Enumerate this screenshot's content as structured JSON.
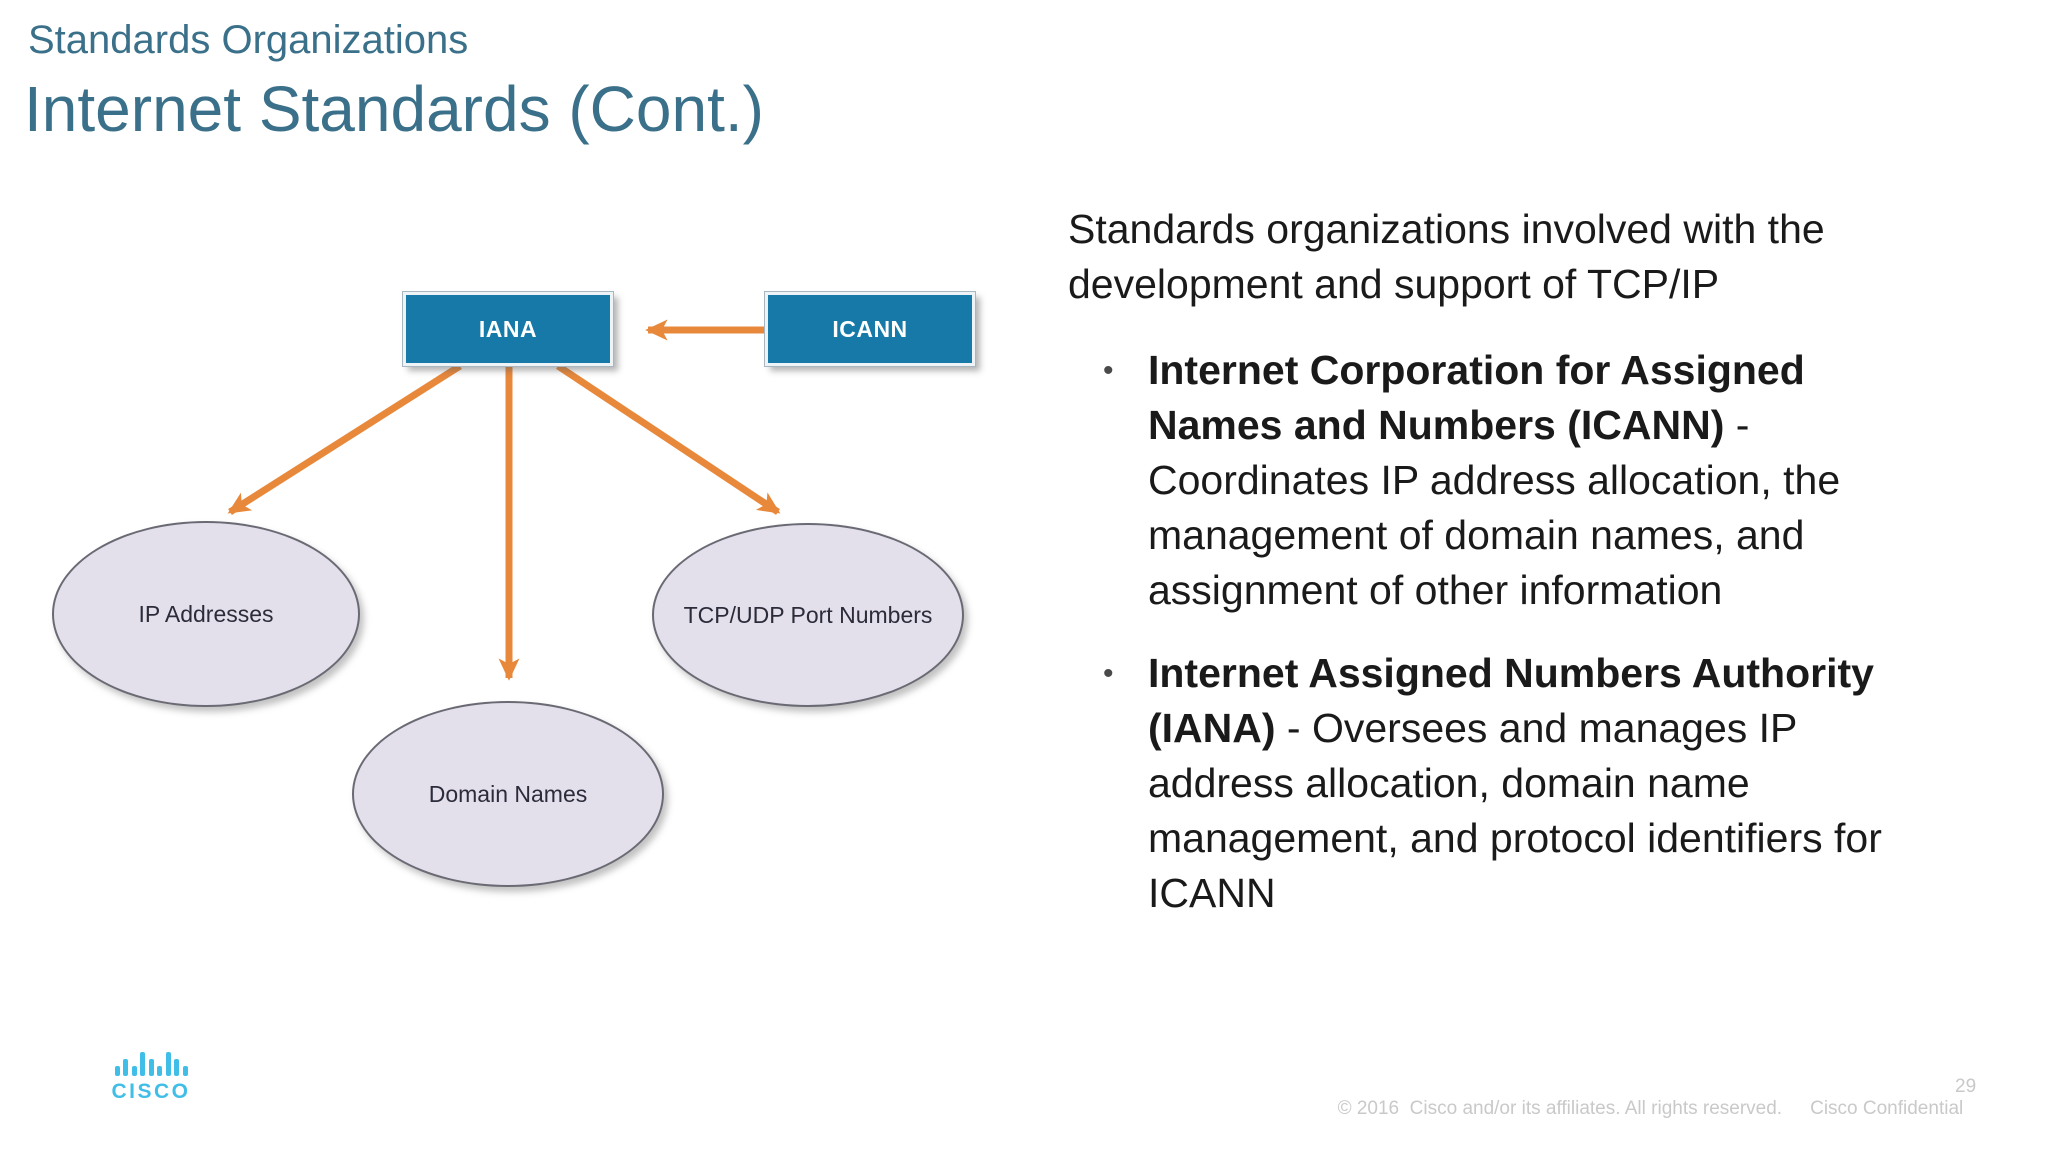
{
  "slide": {
    "kicker": "Standards Organizations",
    "title": "Internet Standards (Cont.)"
  },
  "diagram": {
    "iana_label": "IANA",
    "icann_label": "ICANN",
    "ellipse_ip": "IP Addresses",
    "ellipse_domain": "Domain Names",
    "ellipse_ports": "TCP/UDP Port Numbers"
  },
  "main": {
    "bullet_glyph": "•",
    "intro_lines": [
      "Standards organizations involved with the",
      "development and support of TCP/IP"
    ],
    "bullets": [
      {
        "lines": [
          {
            "bold": "Internet Corporation for Assigned",
            "regular": ""
          },
          {
            "bold": "Names and Numbers (ICANN)",
            "regular": " -"
          },
          {
            "bold": "",
            "regular": "Coordinates IP address allocation, the"
          },
          {
            "bold": "",
            "regular": "management of domain names, and"
          },
          {
            "bold": "",
            "regular": "assignment of other information"
          }
        ]
      },
      {
        "lines": [
          {
            "bold": "Internet Assigned Numbers Authority",
            "regular": ""
          },
          {
            "bold": "(IANA)",
            "regular": " - Oversees and manages IP"
          },
          {
            "bold": "",
            "regular": "address allocation, domain name"
          },
          {
            "bold": "",
            "regular": "management, and protocol identifiers for"
          },
          {
            "bold": "",
            "regular": "ICANN"
          }
        ]
      }
    ]
  },
  "footer": {
    "logo_text": "CISCO",
    "copyright": "© 2016  Cisco and/or its affiliates. All rights reserved.",
    "confidential": "Cisco Confidential",
    "page_number": "29"
  },
  "colors": {
    "title_teal": "#3A7089",
    "box_blue": "#1679A8",
    "arrow_orange": "#E8883B",
    "ellipse_fill": "#E4E0EB",
    "ellipse_border": "#6A6A74",
    "cisco_blue": "#41BEE8",
    "footer_gray": "#C9C9C9",
    "body_text": "#1A1A1A"
  }
}
